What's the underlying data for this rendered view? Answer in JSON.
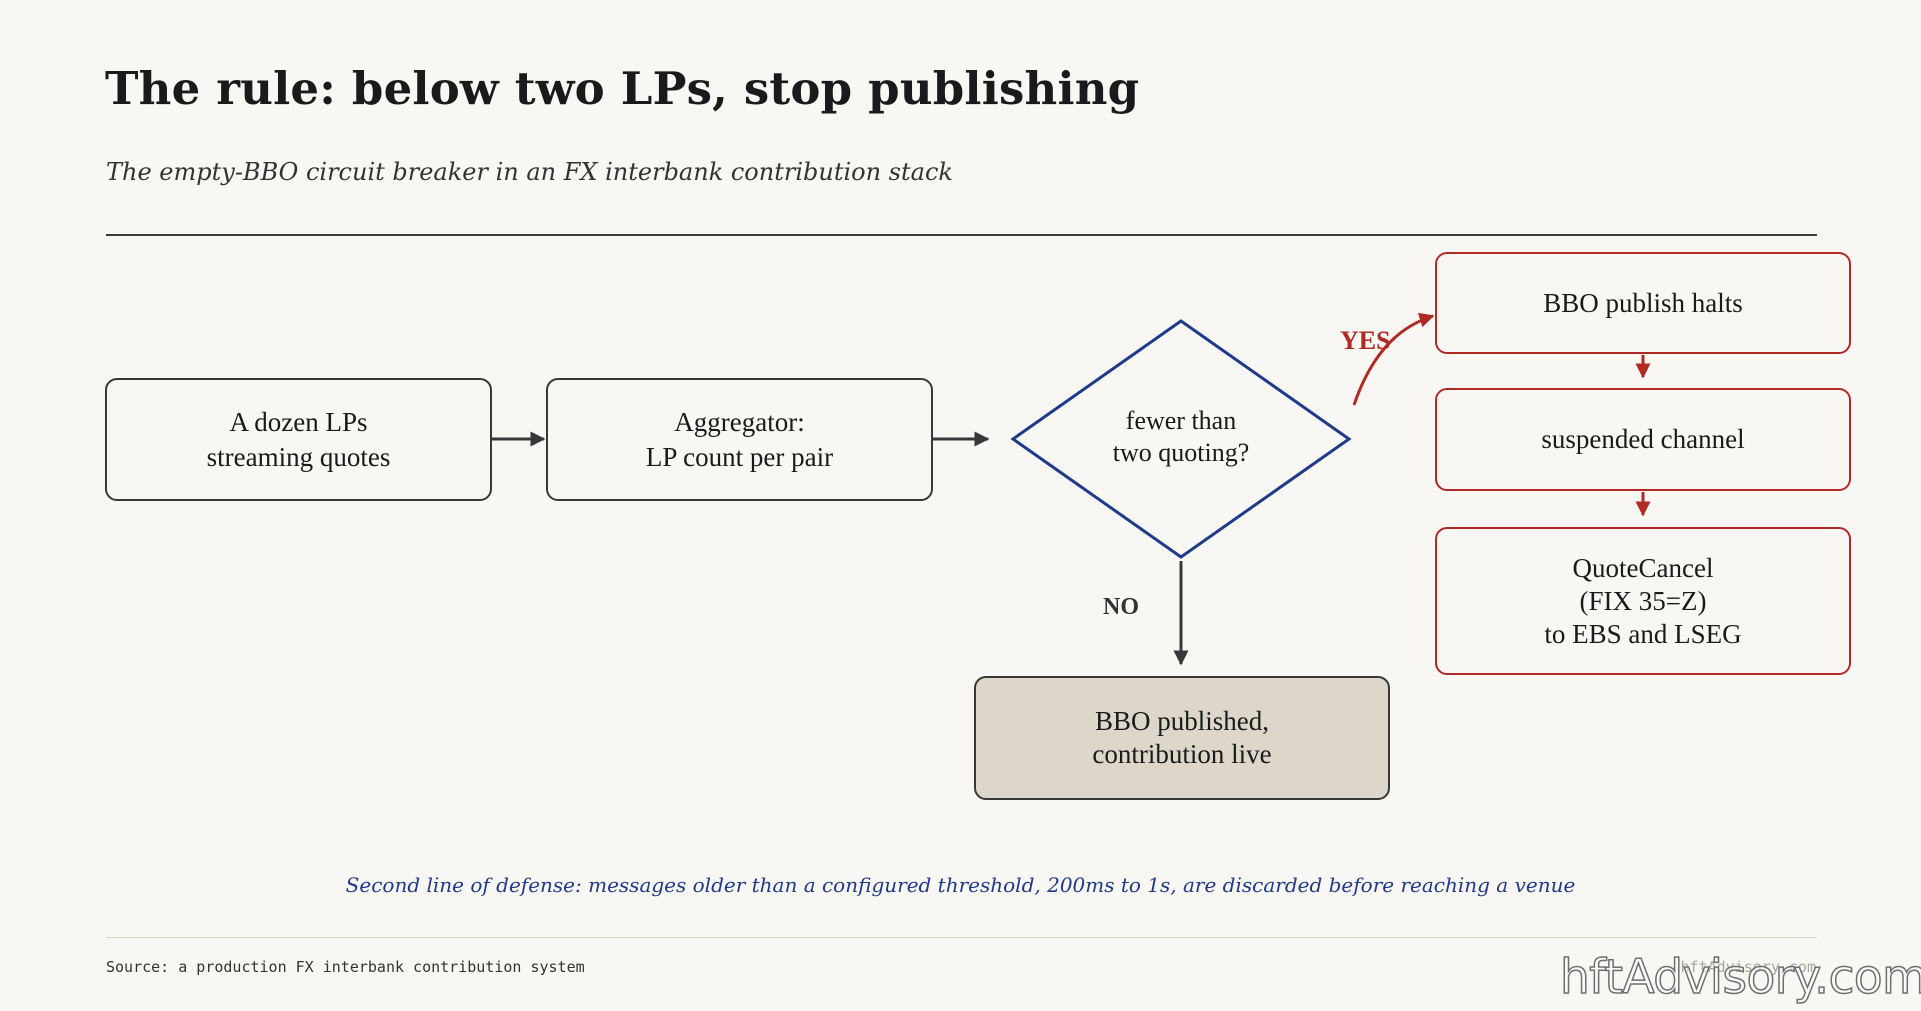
{
  "header": {
    "title": "The rule: below two LPs, stop publishing",
    "subtitle": "The empty-BBO circuit breaker in an FX interbank contribution stack"
  },
  "diagram": {
    "nodes": {
      "lps": "A dozen LPs\nstreaming quotes",
      "aggregator": "Aggregator:\nLP count per pair",
      "decision": "fewer than\ntwo quoting?",
      "published": "BBO published,\ncontribution live",
      "halts": "BBO publish halts",
      "suspended": "suspended channel",
      "quotecancel": "QuoteCancel\n(FIX 35=Z)\nto EBS and LSEG"
    },
    "edges": {
      "yes_label": "YES",
      "no_label": "NO"
    },
    "colors": {
      "neutral_stroke": "#383838",
      "decision_stroke": "#1f3a8a",
      "halt_stroke": "#b02a24",
      "published_fill": "#ddd6ca"
    }
  },
  "footer": {
    "note": "Second line of defense: messages older than a configured threshold, 200ms to 1s, are discarded before reaching a venue",
    "source": "Source: a production FX interbank contribution system",
    "site": "hftAdvisory.com",
    "watermark": "hftAdvisory.com"
  }
}
